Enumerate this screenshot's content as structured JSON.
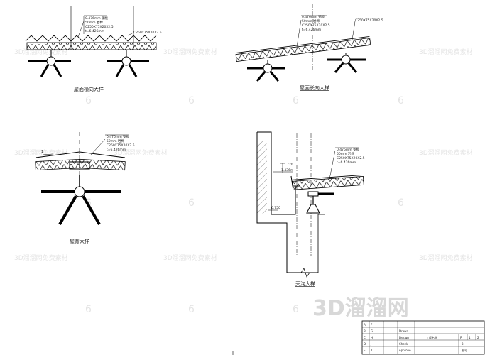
{
  "details": {
    "roof_transverse": {
      "title": "屋面横向大样",
      "notes": [
        "0.476mm 钢板",
        "50mm 岩棉",
        "C250X75X20X2.5",
        "t=6.426mm",
        "C250X75X20X2.5"
      ]
    },
    "roof_longitudinal": {
      "title": "屋面长向大样",
      "notes": [
        "0.476mm 钢板",
        "50mm 岩棉",
        "C250X75X20X2.5",
        "t=6.426mm",
        "C250X75X20X2.5"
      ]
    },
    "ridge": {
      "title": "屋脊大样",
      "notes": [
        "0.476mm 钢板",
        "50mm 岩棉",
        "C250X75X20X2.5",
        "t=6.426mm"
      ],
      "dim_mark": "1"
    },
    "gutter": {
      "title": "天沟大样",
      "notes": [
        "0.476mm 钢板",
        "50mm 岩棉",
        "C250X75X20X2.5",
        "t=6.426mm"
      ],
      "elevations": [
        "720",
        "1.436m",
        "6.750"
      ]
    }
  },
  "watermark": {
    "brand": "3D溜溜网",
    "tile_text": "3D溜溜网免费素材",
    "logo_glyph": "6"
  },
  "title_block": {
    "cells": [
      "A",
      "B",
      "C",
      "D",
      "E",
      "F",
      "G",
      "H",
      "J",
      "K",
      "Drawn",
      "Design",
      "Check",
      "Approve",
      "工程名称",
      "P",
      "1",
      "2",
      "3",
      "图号"
    ]
  }
}
